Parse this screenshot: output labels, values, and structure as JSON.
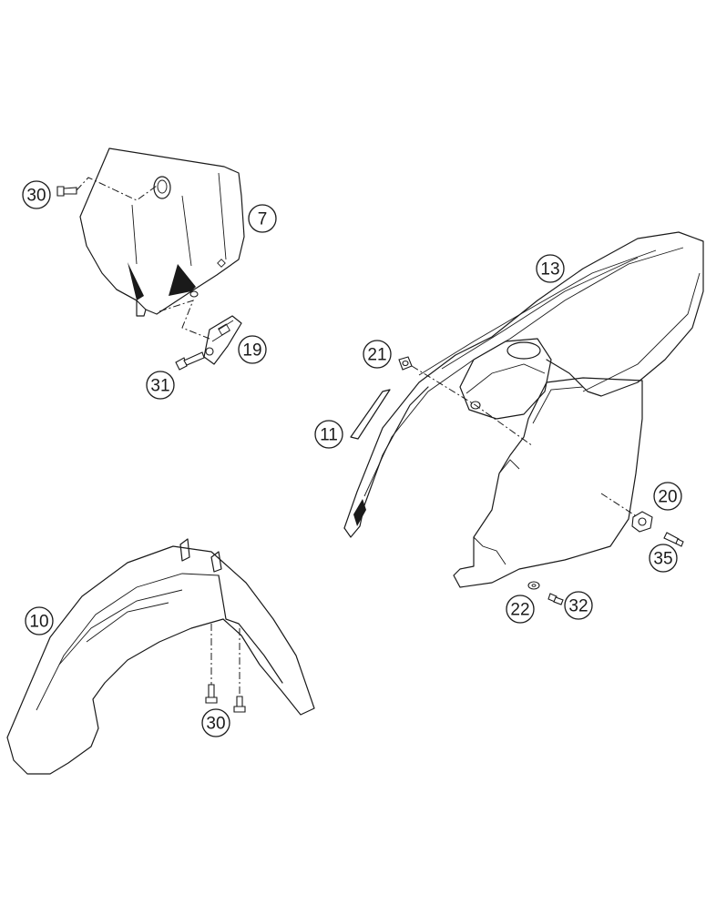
{
  "callouts": [
    {
      "id": "c30a",
      "label": "30"
    },
    {
      "id": "c7",
      "label": "7"
    },
    {
      "id": "c19",
      "label": "19"
    },
    {
      "id": "c31",
      "label": "31"
    },
    {
      "id": "c13",
      "label": "13"
    },
    {
      "id": "c21",
      "label": "21"
    },
    {
      "id": "c11",
      "label": "11"
    },
    {
      "id": "c20",
      "label": "20"
    },
    {
      "id": "c35",
      "label": "35"
    },
    {
      "id": "c22",
      "label": "22"
    },
    {
      "id": "c32",
      "label": "32"
    },
    {
      "id": "c10",
      "label": "10"
    },
    {
      "id": "c30b",
      "label": "30"
    }
  ]
}
